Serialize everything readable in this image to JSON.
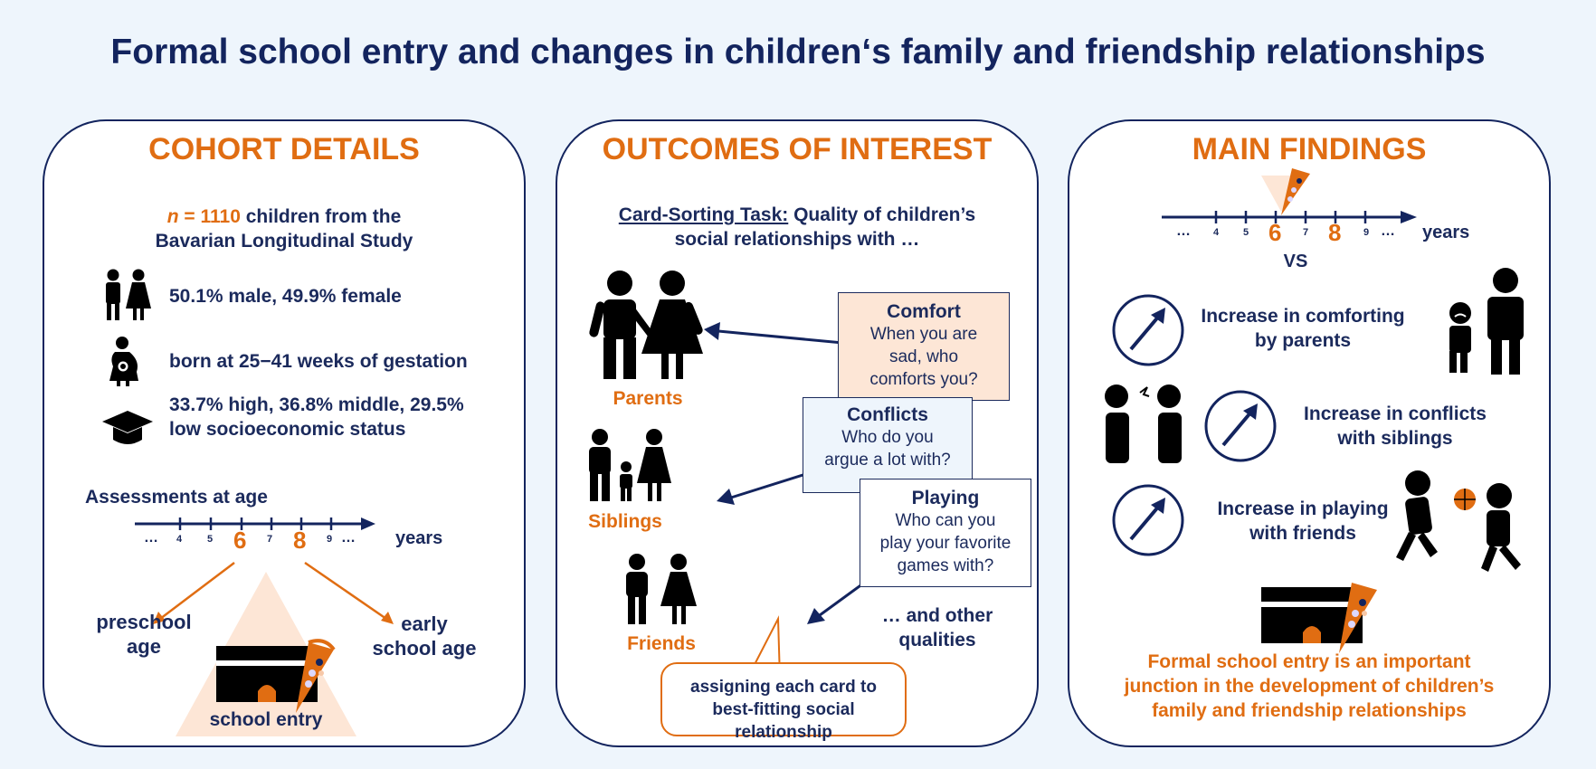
{
  "title": "Formal school entry and changes in children‘s family and friendship relationships",
  "cohort": {
    "heading": "COHORT DETAILS",
    "n_label": "n",
    "n_eq": " = 1110",
    "n_text": " children from the",
    "study": "Bavarian Longitudinal Study",
    "stat_gender": "50.1% male, 49.9% female",
    "stat_birth": "born at 25−41 weeks of gestation",
    "stat_ses_1": "33.7% high, 36.8% middle, 29.5%",
    "stat_ses_2": "low socioeconomic status",
    "assess_label": "Assessments at age",
    "timeline": {
      "dots_left": "…",
      "t4": "4",
      "t5": "5",
      "t6": "6",
      "t7": "7",
      "t8": "8",
      "t9": "9",
      "dots_right": "…",
      "unit": "years"
    },
    "preschool_1": "preschool",
    "preschool_2": "age",
    "early_1": "early",
    "early_2": "school age",
    "school_entry": "school entry"
  },
  "outcomes": {
    "heading": "OUTCOMES OF INTEREST",
    "task_name": "Card-Sorting Task:",
    "task_text": " Quality of children’s",
    "task_text_2": "social relationships with …",
    "parents": "Parents",
    "siblings": "Siblings",
    "friends": "Friends",
    "cards": [
      {
        "title": "Comfort",
        "l1": "When you are",
        "l2": "sad, who",
        "l3": "comforts you?"
      },
      {
        "title": "Conflicts",
        "l1": "Who do you",
        "l2": "argue a lot with?"
      },
      {
        "title": "Playing",
        "l1": "Who can you",
        "l2": "play your favorite",
        "l3": "games with?"
      }
    ],
    "other_1": "… and other",
    "other_2": "qualities",
    "bubble_1": "assigning each card to",
    "bubble_2": "best-fitting social relationship"
  },
  "findings": {
    "heading": "MAIN FINDINGS",
    "timeline": {
      "dots_left": "…",
      "t4": "4",
      "t5": "5",
      "t6": "6",
      "t7": "7",
      "t8": "8",
      "t9": "9",
      "dots_right": "…",
      "unit": "years",
      "vs": "VS"
    },
    "f1_1": "Increase in comforting",
    "f1_2": "by parents",
    "f2_1": "Increase in conflicts",
    "f2_2": "with siblings",
    "f3_1": "Increase in playing",
    "f3_2": "with friends",
    "conclusion_1": "Formal school entry is an important",
    "conclusion_2": "junction in the development of children’s",
    "conclusion_3": "family and friendship relationships"
  },
  "colors": {
    "navy": "#13245e",
    "orange": "#e06d12",
    "peach": "#fde6d6",
    "background": "#eef5fc"
  }
}
